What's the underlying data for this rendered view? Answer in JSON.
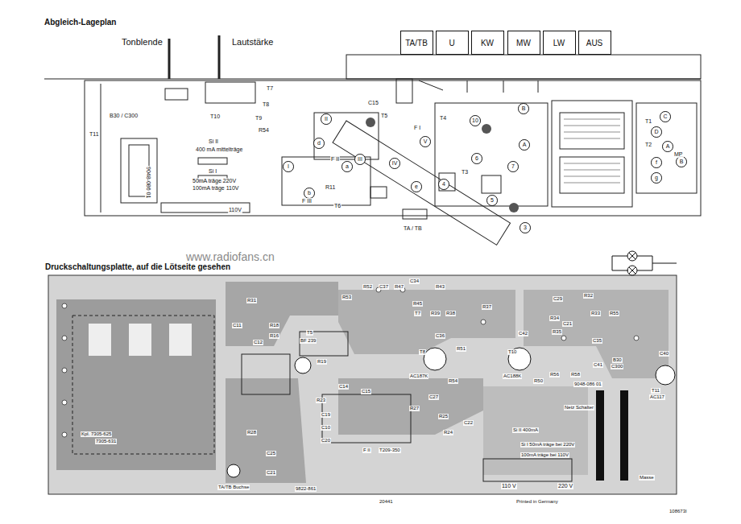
{
  "diagram": {
    "title": "Abgleich-Lageplan",
    "nodes": [
      {
        "text": [
          "TA/TB"
        ]
      },
      {
        "text": [
          "U"
        ]
      },
      {
        "text": [
          "KW"
        ]
      },
      {
        "text": [
          "MW"
        ]
      },
      {
        "text": [
          "LW"
        ]
      },
      {
        "text": [
          "AUS"
        ]
      },
      {
        "text": [
          "II"
        ]
      },
      {
        "text": [
          "d"
        ]
      },
      {
        "text": [
          "I"
        ]
      },
      {
        "text": [
          "III"
        ]
      },
      {
        "text": [
          "IV"
        ]
      },
      {
        "text": [
          "a"
        ]
      },
      {
        "text": [
          "b"
        ]
      },
      {
        "text": [
          "V"
        ]
      },
      {
        "text": [
          "e"
        ]
      },
      {
        "text": [
          "10"
        ]
      },
      {
        "text": [
          "B"
        ]
      },
      {
        "text": [
          "A"
        ]
      },
      {
        "text": [
          "6"
        ]
      },
      {
        "text": [
          "7"
        ]
      },
      {
        "text": [
          "4"
        ]
      },
      {
        "text": [
          "5"
        ]
      },
      {
        "text": [
          "3"
        ]
      },
      {
        "text": [
          "C"
        ]
      },
      {
        "text": [
          "D"
        ]
      },
      {
        "text": [
          "A"
        ]
      },
      {
        "text": [
          "f"
        ]
      },
      {
        "text": [
          "B"
        ]
      },
      {
        "text": [
          "g"
        ]
      }
    ],
    "labels": [
      "Tonblende",
      "Lautstärke",
      "B30 / C300",
      "T11",
      "9048-086 01",
      "Si II",
      "400 mA mittelträge",
      "Si I",
      "50mA träge 220V",
      "100mA träge 110V",
      "T10",
      "T9",
      "T7",
      "T8",
      "R54",
      "C15",
      "T5",
      "F II",
      "F III",
      "R11",
      "T6",
      "F I",
      "T4",
      "T3",
      "TA / TB",
      "T1",
      "T2",
      "MP",
      "110V",
      "www.radiofans.cn",
      "Druckschaltungsplatte, auf die Lötseite gesehen",
      "R31",
      "C11",
      "R18",
      "R16",
      "T5",
      "BF 239",
      "C12",
      "R19",
      "R53",
      "R52",
      "C37",
      "R47",
      "R45",
      "C34",
      "R43",
      "T7",
      "R39",
      "R38",
      "R37",
      "C29",
      "R32",
      "R34",
      "R35",
      "R33",
      "C42",
      "C21",
      "R55",
      "C36",
      "R51",
      "T8",
      "AC187K",
      "T10",
      "AC188K",
      "R54",
      "R50",
      "R56",
      "R58",
      "C41",
      "C35",
      "B30",
      "C300",
      "C40",
      "T11",
      "AC117",
      "9048-086 01",
      "Netz Schalter",
      "Si II 400mA",
      "Si I 50mA träge bei 220V",
      "100mA träge bei 110V",
      "110 V",
      "220 V",
      "Masse",
      "TA/TB Buchse",
      "9822-861",
      "Kpl. 7305-625",
      "7305-631",
      "F II",
      "T209-350",
      "C25",
      "C21",
      "R28",
      "C20",
      "C22",
      "R27",
      "C27",
      "R25",
      "R24",
      "C14",
      "C15",
      "C19",
      "C10",
      "R23",
      "20441",
      "Printed in Germany",
      "108673I"
    ]
  }
}
